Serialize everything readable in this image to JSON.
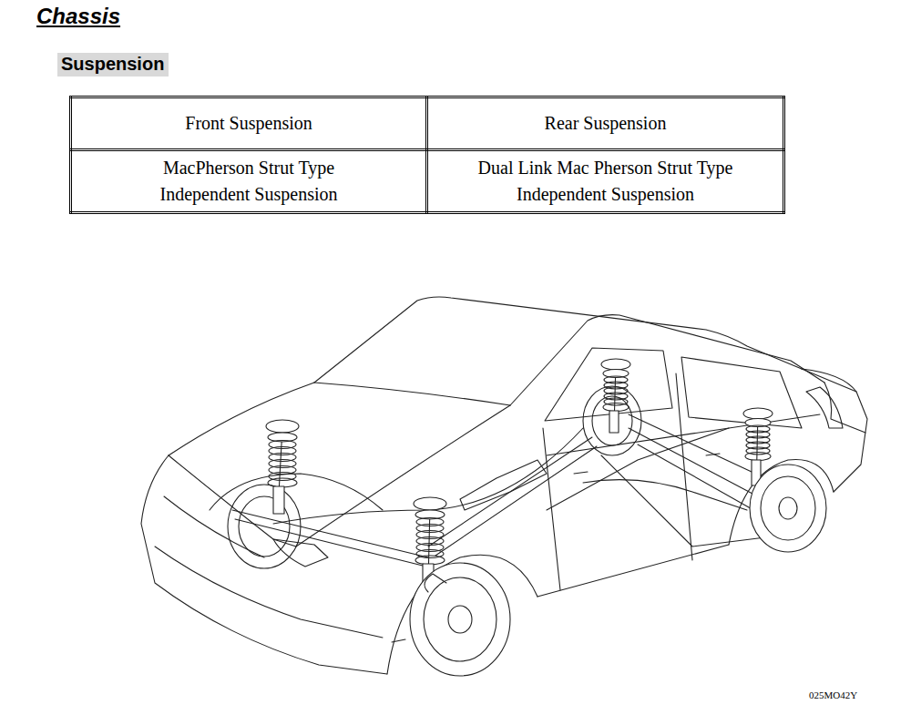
{
  "diagram": {
    "title": "Chassis",
    "nodes": [
      {
        "text": [
          "Suspension"
        ]
      }
    ],
    "labels": [
      "Front Suspension",
      "Rear Suspension",
      "MacPherson Strut Type Independent Suspension",
      "Dual Link Mac Pherson Strut Type Independent Suspension",
      "025MO42Y"
    ]
  }
}
